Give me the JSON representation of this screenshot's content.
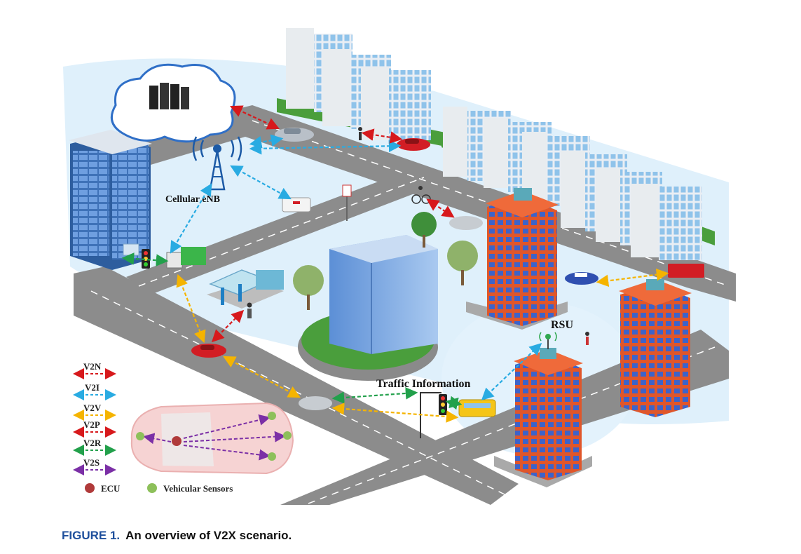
{
  "labels": {
    "cellular": "Cellular eNB",
    "rsu": "RSU",
    "traffic": "Traffic Information"
  },
  "legend": [
    {
      "label": "V2N",
      "color": "#d7191c"
    },
    {
      "label": "V2I",
      "color": "#29abe2"
    },
    {
      "label": "V2V",
      "color": "#f5b400"
    },
    {
      "label": "V2P",
      "color": "#d7191c"
    },
    {
      "label": "V2R",
      "color": "#22a04b"
    },
    {
      "label": "V2S",
      "color": "#7b2fa6"
    }
  ],
  "legend_markers": {
    "ecu": "ECU",
    "sensors": "Vehicular Sensors"
  },
  "colors": {
    "ecu": "#b03a3a",
    "sensor": "#8dc05a",
    "sky": "#dff0fb",
    "road": "#8c8c8c"
  },
  "caption": {
    "figure": "FIGURE 1.",
    "text": "An overview of V2X scenario."
  }
}
